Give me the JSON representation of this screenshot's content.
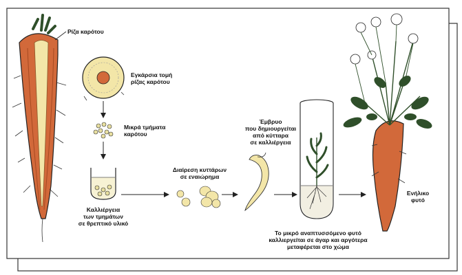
{
  "labels": {
    "carrot_root": "Ρίζα καρότου",
    "cross_section": "Εγκάρσια τομή\nρίζας καρότου",
    "small_pieces": "Μικρά τμήματα\nκαρότου",
    "culture_pieces": "Καλλιέργεια\nτων τμημάτων\nσε θρεπτικό υλικό",
    "cell_division": "Διαίρεση κυττάρων\nσε εναιώρημα",
    "embryo": "Έμβρυο\nπου δημιουργείται\nαπό κύτταρα\nσε καλλιέργεια",
    "small_plant": "Το μικρό αναπτυσσόμενο φυτό\nκαλλιεργείται σε άγαρ και αργότερα\nμεταφέρεται στο χώμα",
    "adult_plant": "Ενήλικο\nφυτό"
  },
  "colors": {
    "carrot_orange": "#d2693a",
    "carrot_inner": "#e9a26a",
    "core_pale": "#f3e6a8",
    "leaf_green": "#2f4f2a",
    "outline": "#222222"
  }
}
